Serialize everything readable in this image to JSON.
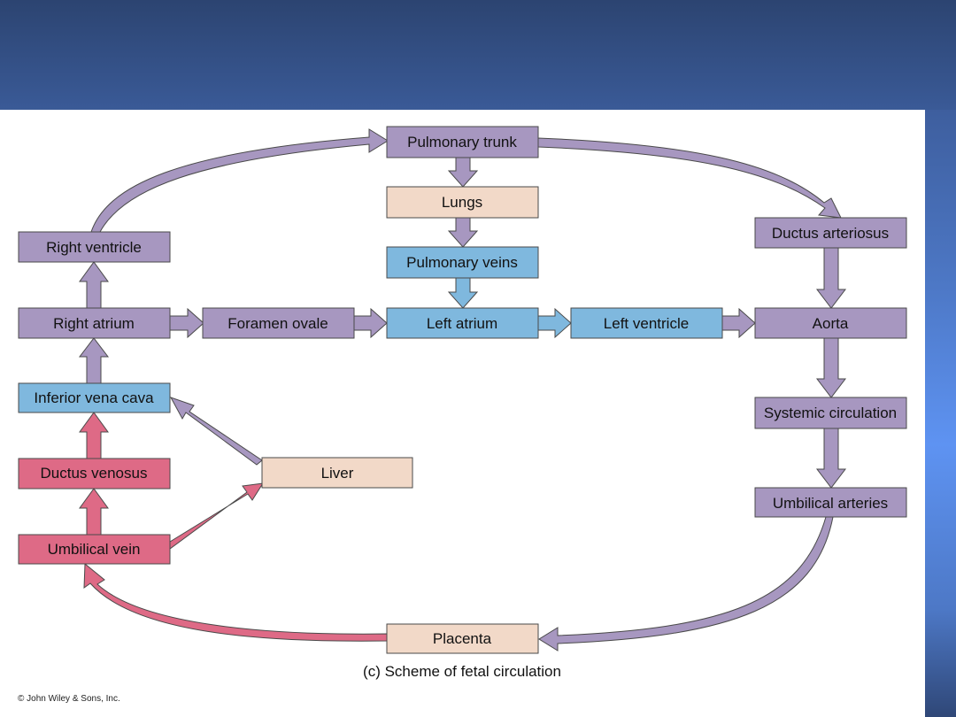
{
  "colors": {
    "purple_box": "#a797c0",
    "purple_arrow": "#a797c0",
    "blue_box": "#7fb8de",
    "blue_arrow": "#7fb8de",
    "peach_box": "#f2d9c8",
    "pink_box": "#de6a86",
    "pink_arrow": "#de6a86",
    "stroke": "#4a4a4a"
  },
  "nodes": {
    "pulmonary_trunk": "Pulmonary trunk",
    "lungs": "Lungs",
    "pulmonary_veins": "Pulmonary veins",
    "left_atrium": "Left atrium",
    "left_ventricle": "Left ventricle",
    "right_ventricle": "Right ventricle",
    "right_atrium": "Right atrium",
    "foramen_ovale": "Foramen ovale",
    "ductus_arteriosus": "Ductus arteriosus",
    "aorta": "Aorta",
    "systemic_circulation": "Systemic circulation",
    "umbilical_arteries": "Umbilical arteries",
    "inferior_vena_cava": "Inferior vena cava",
    "ductus_venosus": "Ductus venosus",
    "umbilical_vein": "Umbilical vein",
    "liver": "Liver",
    "placenta": "Placenta"
  },
  "caption": "(c) Scheme of fetal circulation",
  "credit": "© John Wiley & Sons, Inc."
}
